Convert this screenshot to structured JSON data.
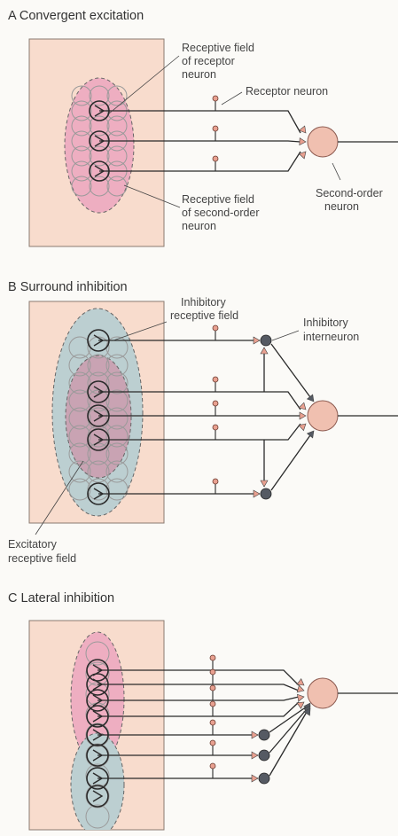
{
  "colors": {
    "page_bg": "#fbfaf7",
    "skin": "#f8dccd",
    "skin_border": "#8a7a70",
    "excitatory_field": "#eeaec1",
    "inhibitory_field": "#bccfd1",
    "center_mix": "#c9a3b3",
    "small_circle": "#9a9a9a",
    "terminal_orange": "#e8a090",
    "second_order": "#f0c0b0",
    "interneuron": "#555a63",
    "line": "#2a2a2a"
  },
  "panels": [
    {
      "id": "A",
      "title": "A  Convergent excitation",
      "labels": {
        "receptive_field_receptor": [
          "Receptive field",
          "of receptor",
          "neuron"
        ],
        "receptor_neuron": "Receptor neuron",
        "receptive_field_second": [
          "Receptive field",
          "of second-order",
          "neuron"
        ],
        "second_order_neuron": [
          "Second-order",
          "neuron"
        ]
      }
    },
    {
      "id": "B",
      "title": "B  Surround inhibition",
      "labels": {
        "inhibitory_field": [
          "Inhibitory",
          "receptive field"
        ],
        "inhibitory_interneuron": [
          "Inhibitory",
          "interneuron"
        ],
        "excitatory_field": [
          "Excitatory",
          "receptive field"
        ]
      }
    },
    {
      "id": "C",
      "title": "C  Lateral inhibition",
      "labels": {}
    }
  ]
}
